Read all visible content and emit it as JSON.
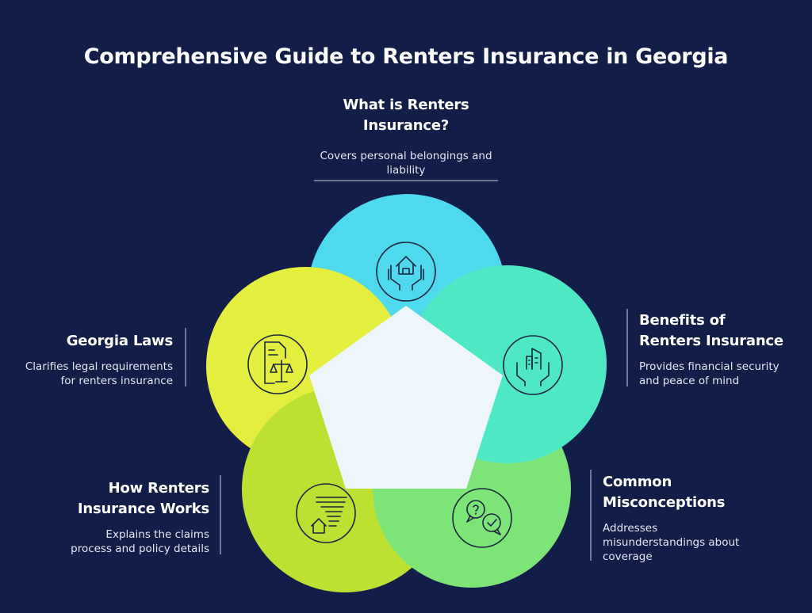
{
  "title": "Comprehensive Guide to Renters Insurance in Georgia",
  "colors": {
    "background": "#121d48",
    "top_circle": "#4ed9ec",
    "right_circle": "#4fe8c4",
    "bottom_right_circle": "#7de577",
    "bottom_left_circle": "#bde132",
    "left_circle": "#e3ee3e",
    "center": "#eef6fb"
  },
  "sections": {
    "top": {
      "heading_line1": "What is Renters",
      "heading_line2": "Insurance?",
      "desc_line1": "Covers personal belongings and",
      "desc_line2": "liability",
      "icon": "house-in-hands-icon"
    },
    "right": {
      "heading_line1": "Benefits of",
      "heading_line2": "Renters Insurance",
      "desc_line1": "Provides financial security",
      "desc_line2": "and peace of mind",
      "icon": "buildings-in-hands-icon"
    },
    "bottom_right": {
      "heading_line1": "Common",
      "heading_line2": "Misconceptions",
      "desc_line1": "Addresses",
      "desc_line2": "misunderstandings about",
      "desc_line3": "coverage",
      "icon": "question-check-bubbles-icon"
    },
    "bottom_left": {
      "heading_line1": "How Renters",
      "heading_line2": "Insurance Works",
      "desc_line1": "Explains the claims",
      "desc_line2": "process and policy details",
      "icon": "house-document-icon"
    },
    "left": {
      "heading_line1": "Georgia Laws",
      "desc_line1": "Clarifies legal requirements",
      "desc_line2": "for renters insurance",
      "icon": "document-scales-icon"
    }
  }
}
